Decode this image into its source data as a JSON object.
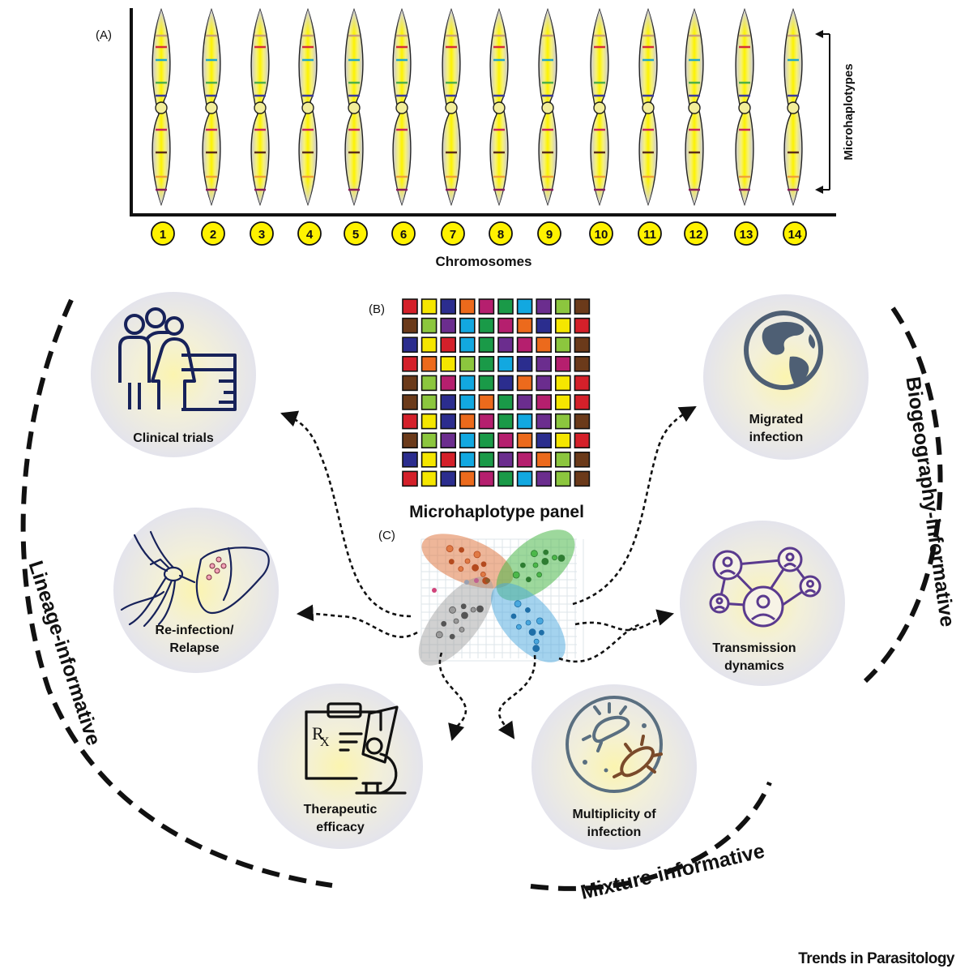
{
  "panel_a": {
    "label": "(A)",
    "chromosome_numbers": [
      "1",
      "2",
      "3",
      "4",
      "5",
      "6",
      "7",
      "8",
      "9",
      "10",
      "11",
      "12",
      "13",
      "14"
    ],
    "x_axis_label": "Chromosomes",
    "bracket_label": "Microhaplotypes",
    "marker_colors": [
      "#c8a07a",
      "#d42d3a",
      "#23a6c9",
      "#4caf4a",
      "#3a3a9a",
      "#c8255a",
      "#5a2d1a",
      "#f0a23a",
      "#8a1a5a"
    ]
  },
  "panel_b": {
    "label": "(B)",
    "title": "Microhaplotype panel",
    "grid_colors": [
      [
        "#d4202a",
        "#f5e600",
        "#2b2d8e",
        "#ec6a1c",
        "#b51f6e",
        "#1a9a48",
        "#12a8e0",
        "#6b2d8e",
        "#8cc63e",
        "#6b3a1a"
      ],
      [
        "#6b3a1a",
        "#8cc63e",
        "#6b2d8e",
        "#12a8e0",
        "#1a9a48",
        "#b51f6e",
        "#ec6a1c",
        "#2b2d8e",
        "#f5e600",
        "#d4202a"
      ],
      [
        "#2b2d8e",
        "#f5e600",
        "#d4202a",
        "#12a8e0",
        "#1a9a48",
        "#6b2d8e",
        "#b51f6e",
        "#ec6a1c",
        "#8cc63e",
        "#6b3a1a"
      ],
      [
        "#d4202a",
        "#ec6a1c",
        "#f5e600",
        "#8cc63e",
        "#1a9a48",
        "#12a8e0",
        "#2b2d8e",
        "#6b2d8e",
        "#b51f6e",
        "#6b3a1a"
      ],
      [
        "#6b3a1a",
        "#8cc63e",
        "#b51f6e",
        "#12a8e0",
        "#1a9a48",
        "#2b2d8e",
        "#ec6a1c",
        "#6b2d8e",
        "#f5e600",
        "#d4202a"
      ],
      [
        "#6b3a1a",
        "#8cc63e",
        "#2b2d8e",
        "#12a8e0",
        "#ec6a1c",
        "#1a9a48",
        "#6b2d8e",
        "#b51f6e",
        "#f5e600",
        "#d4202a"
      ],
      [
        "#d4202a",
        "#f5e600",
        "#2b2d8e",
        "#ec6a1c",
        "#b51f6e",
        "#1a9a48",
        "#12a8e0",
        "#6b2d8e",
        "#8cc63e",
        "#6b3a1a"
      ],
      [
        "#6b3a1a",
        "#8cc63e",
        "#6b2d8e",
        "#12a8e0",
        "#1a9a48",
        "#b51f6e",
        "#ec6a1c",
        "#2b2d8e",
        "#f5e600",
        "#d4202a"
      ],
      [
        "#2b2d8e",
        "#f5e600",
        "#d4202a",
        "#12a8e0",
        "#1a9a48",
        "#6b2d8e",
        "#b51f6e",
        "#ec6a1c",
        "#8cc63e",
        "#6b3a1a"
      ],
      [
        "#d4202a",
        "#f5e600",
        "#2b2d8e",
        "#ec6a1c",
        "#b51f6e",
        "#1a9a48",
        "#12a8e0",
        "#6b2d8e",
        "#8cc63e",
        "#6b3a1a"
      ]
    ]
  },
  "panel_c": {
    "label": "(C)",
    "cluster_colors": [
      "#e07a45",
      "#4cb84a",
      "#9a9a9a",
      "#4aa8de"
    ]
  },
  "applications": {
    "clinical_trials": {
      "line1": "Clinical trials",
      "icon": "people-with-beaker-icon"
    },
    "reinfection": {
      "line1": "Re-infection/",
      "line2": "Relapse",
      "icon": "mosquito-liver-icon"
    },
    "therapeutic": {
      "line1": "Therapeutic",
      "line2": "efficacy",
      "icon": "prescription-microscope-icon"
    },
    "multiplicity": {
      "line1": "Multiplicity of",
      "line2": "infection",
      "icon": "petri-dish-bacteria-icon"
    },
    "transmission": {
      "line1": "Transmission",
      "line2": "dynamics",
      "icon": "network-icon"
    },
    "migrated": {
      "line1": "Migrated",
      "line2": "infection",
      "icon": "globe-icon"
    }
  },
  "categories": {
    "lineage": "Lineage-informative",
    "biogeography": "Biogeography-informative",
    "mixture": "Mixture-informative"
  },
  "credit": "Trends in Parasitology"
}
